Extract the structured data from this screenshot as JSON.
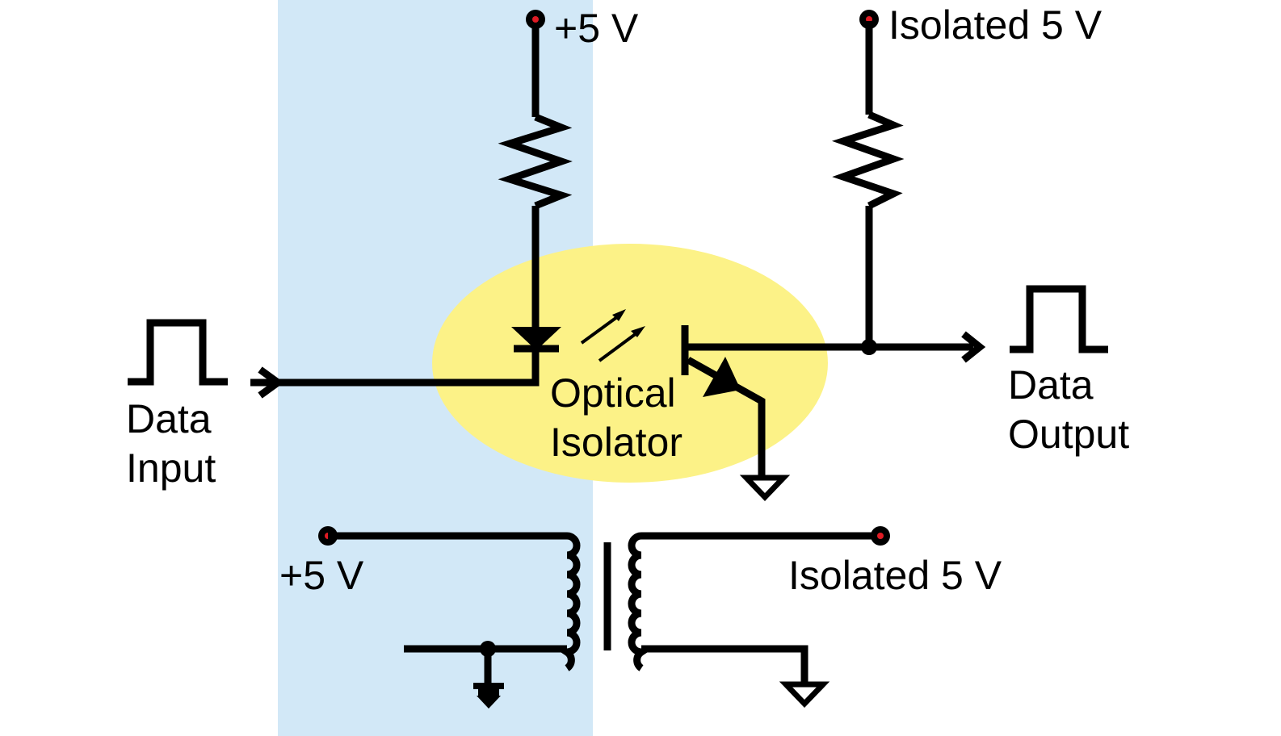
{
  "diagram": {
    "title": "Optical isolator data isolation circuit with isolated power transformer",
    "colors": {
      "isolated_region": "#D2E8F7",
      "optocoupler_highlight": "#FCF287",
      "wire": "#000000",
      "terminal_dot": "#E01B24"
    },
    "labels": {
      "top_supply": "+5 V",
      "top_isolated_supply": "Isolated 5 V",
      "data_input_line1": "Data",
      "data_input_line2": "Input",
      "optical_line1": "Optical",
      "optical_line2": "Isolator",
      "data_output_line1": "Data",
      "data_output_line2": "Output",
      "transformer_primary_supply": "+5 V",
      "transformer_secondary_supply": "Isolated 5 V"
    },
    "components": [
      {
        "id": "R1",
        "type": "resistor",
        "connects": [
          "+5 V",
          "LED anode"
        ]
      },
      {
        "id": "D1",
        "type": "led",
        "connects": [
          "R1",
          "Data Input"
        ]
      },
      {
        "id": "Q1",
        "type": "phototransistor-npn",
        "connects": [
          "R2",
          "ground"
        ]
      },
      {
        "id": "R2",
        "type": "resistor",
        "connects": [
          "Isolated 5 V",
          "Q1 collector"
        ]
      },
      {
        "id": "T1",
        "type": "transformer",
        "connects": [
          "+5 V",
          "Isolated 5 V"
        ]
      }
    ]
  }
}
